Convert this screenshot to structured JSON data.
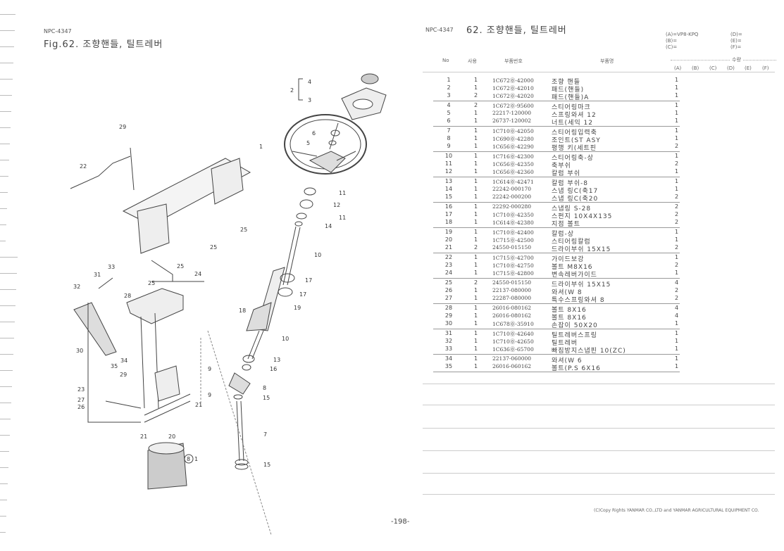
{
  "left": {
    "model": "NPC-4347",
    "figure_title": "Fig.62.  조향핸들, 틸트레버",
    "callouts": [
      "4",
      "2",
      "3",
      "1",
      "6",
      "5",
      "29",
      "22",
      "11",
      "12",
      "11",
      "14",
      "25",
      "25",
      "10",
      "25",
      "33",
      "31",
      "24",
      "25",
      "32",
      "17",
      "17",
      "28",
      "19",
      "18",
      "10",
      "30",
      "34",
      "35",
      "13",
      "16",
      "29",
      "9",
      "8",
      "23",
      "9",
      "15",
      "27",
      "26",
      "21",
      "20",
      "21",
      "7",
      "8",
      "1",
      "15"
    ]
  },
  "right": {
    "model": "NPC-4347",
    "title": "62.  조향핸들, 틸트레버",
    "variants": {
      "A": "(A)=VP8-KPQ",
      "B": "(B)=",
      "C": "(C)=",
      "D": "(D)=",
      "E": "(E)=",
      "F": "(F)="
    },
    "headers": {
      "no": "No",
      "qty_per": "사용",
      "part_no": "부품번호",
      "part_name": "부품명",
      "qty": "수량",
      "cols": [
        "(A)",
        "(B)",
        "(C)",
        "(D)",
        "(E)",
        "(F)"
      ]
    },
    "rows": [
      {
        "no": "1",
        "n": "1",
        "pn": "1C672⓪-42000",
        "name": "조향 핸들",
        "a": "1"
      },
      {
        "no": "2",
        "n": "1",
        "pn": "1C672⓪-42010",
        "name": "패드(핸들)",
        "a": "1"
      },
      {
        "no": "3",
        "n": "2",
        "pn": "1C672⓪-42020",
        "name": "패드(핸들)A",
        "a": "1"
      },
      {
        "no": "4",
        "n": "2",
        "pn": "1C672⓪-95600",
        "name": "스티어링마크",
        "a": "1"
      },
      {
        "no": "5",
        "n": "1",
        "pn": "22217-120000",
        "name": "스프링와셔 12",
        "a": "1"
      },
      {
        "no": "6",
        "n": "1",
        "pn": "26737-120002",
        "name": "너트(세익 12",
        "a": "1"
      },
      {
        "no": "7",
        "n": "1",
        "pn": "1C710⓪-42050",
        "name": "스티어링입력축",
        "a": "1"
      },
      {
        "no": "8",
        "n": "1",
        "pn": "1C690⓪-42280",
        "name": "조인트(ST ASY",
        "a": "1"
      },
      {
        "no": "9",
        "n": "1",
        "pn": "1C656⓪-42290",
        "name": "평행 키(세트핀",
        "a": "2"
      },
      {
        "no": "10",
        "n": "1",
        "pn": "1C716⓪-42300",
        "name": "스티어링축-상",
        "a": "1"
      },
      {
        "no": "11",
        "n": "1",
        "pn": "1C656⓪-42350",
        "name": "축부쉬",
        "a": "2"
      },
      {
        "no": "12",
        "n": "1",
        "pn": "1C656⓪-42360",
        "name": "칼럼 부쉬",
        "a": "1"
      },
      {
        "no": "13",
        "n": "1",
        "pn": "1C614⓪-42471",
        "name": "칼럼 부쉬-8",
        "a": "1"
      },
      {
        "no": "14",
        "n": "1",
        "pn": "22242-000170",
        "name": "스냅 링C(축17",
        "a": "1"
      },
      {
        "no": "15",
        "n": "1",
        "pn": "22242-000200",
        "name": "스냅 링C(축20",
        "a": "2"
      },
      {
        "no": "16",
        "n": "1",
        "pn": "22292-000280",
        "name": "스냅링 S-28",
        "a": "2"
      },
      {
        "no": "17",
        "n": "1",
        "pn": "1C710⓪-42350",
        "name": "스펀지 10X4X135",
        "a": "2"
      },
      {
        "no": "18",
        "n": "1",
        "pn": "1C614⓪-42380",
        "name": "지점 볼트",
        "a": "2"
      },
      {
        "no": "19",
        "n": "1",
        "pn": "1C710⓪-42400",
        "name": "칼럼-상",
        "a": "1"
      },
      {
        "no": "20",
        "n": "1",
        "pn": "1C715⓪-42500",
        "name": "스티어링칼럼",
        "a": "1"
      },
      {
        "no": "21",
        "n": "2",
        "pn": "24550-015150",
        "name": "드라이부쉬 15X15",
        "a": "2"
      },
      {
        "no": "22",
        "n": "1",
        "pn": "1C715⓪-42700",
        "name": "가이드보강",
        "a": "1"
      },
      {
        "no": "23",
        "n": "1",
        "pn": "1C710⓪-42750",
        "name": "볼트 M8X16",
        "a": "2"
      },
      {
        "no": "24",
        "n": "1",
        "pn": "1C715⓪-42800",
        "name": "변속레버가이드",
        "a": "1"
      },
      {
        "no": "25",
        "n": "2",
        "pn": "24550-015150",
        "name": "드라이부쉬 15X15",
        "a": "4"
      },
      {
        "no": "26",
        "n": "1",
        "pn": "22137-080000",
        "name": "와셔(W 8",
        "a": "2"
      },
      {
        "no": "27",
        "n": "1",
        "pn": "22287-080000",
        "name": "특수스프링와셔 8",
        "a": "2"
      },
      {
        "no": "28",
        "n": "1",
        "pn": "26016-080162",
        "name": "볼트 8X16",
        "a": "4"
      },
      {
        "no": "29",
        "n": "1",
        "pn": "26016-080162",
        "name": "볼트 8X16",
        "a": "4"
      },
      {
        "no": "30",
        "n": "1",
        "pn": "1C678⓪-35910",
        "name": "손잡이 50X20",
        "a": "1"
      },
      {
        "no": "31",
        "n": "1",
        "pn": "1C710⓪-42640",
        "name": "틸트레버스프링",
        "a": "1"
      },
      {
        "no": "32",
        "n": "1",
        "pn": "1C710⓪-42650",
        "name": "틸트레버",
        "a": "1"
      },
      {
        "no": "33",
        "n": "1",
        "pn": "1C636⓪-65700",
        "name": "빠짐방지스냅핀 10(ZC)",
        "a": "1"
      },
      {
        "no": "34",
        "n": "1",
        "pn": "22137-060000",
        "name": "와셔(W 6",
        "a": "1"
      },
      {
        "no": "35",
        "n": "1",
        "pn": "26016-060162",
        "name": "볼트(P.S 6X16",
        "a": "1"
      }
    ],
    "copyright": "(C)Copy Rights YANMAR CO.,LTD and YANMAR AGRICULTURAL EQUIPMENT CO."
  },
  "page_number": "-198-"
}
